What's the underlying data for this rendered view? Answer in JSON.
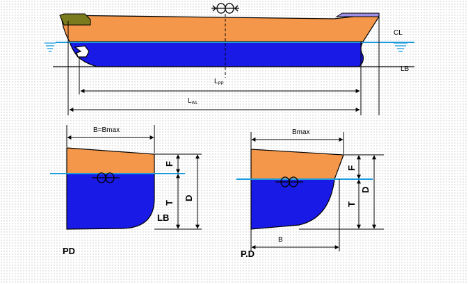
{
  "side_view": {
    "label_cl": "CL",
    "label_lb": "LB",
    "label_lpp": "L",
    "label_lpp_sub": "PP",
    "label_lwl": "L",
    "label_lwl_sub": "WL"
  },
  "section_left": {
    "label_b": "B=Bmax",
    "label_f": "F",
    "label_t": "T",
    "label_d": "D",
    "label_lb": "LB",
    "caption": "PD"
  },
  "section_right": {
    "label_bmax": "Bmax",
    "label_f": "F",
    "label_t": "T",
    "label_d": "D",
    "label_b": "B",
    "caption": "P.D"
  },
  "colors": {
    "hull_above_water": "#f5974a",
    "hull_below_water": "#1a1ae6",
    "bow_deck": "#7a7a1e",
    "stern_deck": "#9c8fe6",
    "waterline": "#1a9bdc",
    "outline": "#000000"
  }
}
